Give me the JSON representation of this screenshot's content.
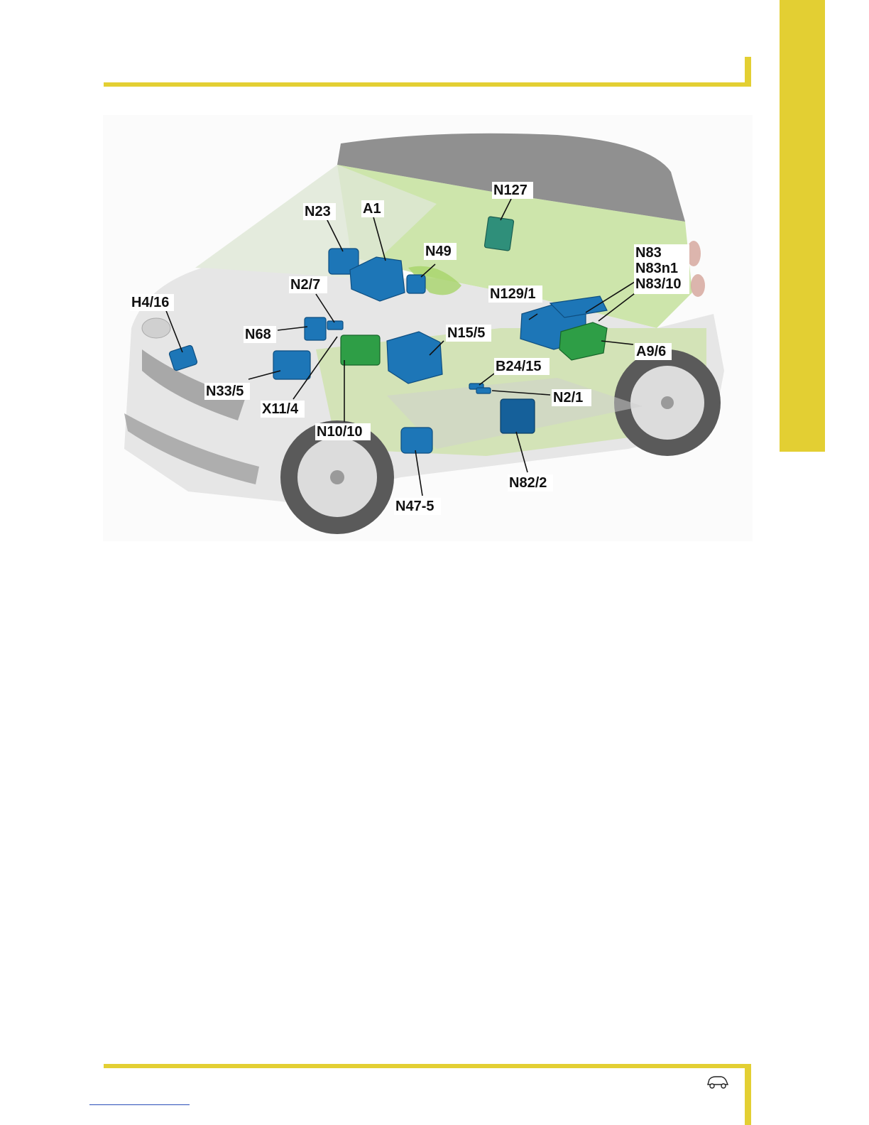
{
  "figure": {
    "labels": {
      "n127": "N127",
      "n23": "N23",
      "a1": "A1",
      "n49": "N49",
      "n83": "N83",
      "n83n1": "N83n1",
      "n83_10": "N83/10",
      "n2_7": "N2/7",
      "h4_16": "H4/16",
      "n129_1": "N129/1",
      "n68": "N68",
      "n15_5": "N15/5",
      "a9_6": "A9/6",
      "b24_15": "B24/15",
      "n33_5": "N33/5",
      "n2_1": "N2/1",
      "x11_4": "X11/4",
      "n10_10": "N10/10",
      "n82_2": "N82/2",
      "n47_5": "N47-5"
    }
  },
  "colors": {
    "accent_yellow": "#e3cf33",
    "component_blue": "#1d76b7",
    "component_green": "#2e9e46",
    "car_green": "#9ccf5a"
  },
  "footer": {
    "icon": "car-icon"
  }
}
